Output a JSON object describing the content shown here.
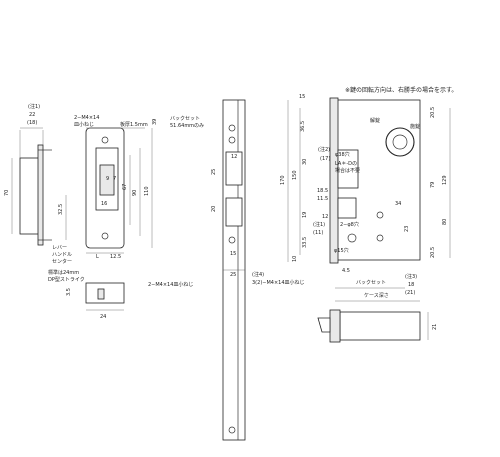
{
  "note": "※鍵の回転方向は、右勝手の場合を示す。",
  "strike": {
    "note1_label": "(注1)",
    "dim_22": "22",
    "dim_18": "(18)",
    "screw_label": "2−M4×14",
    "screw_label2": "皿小ねじ",
    "plate_thick": "板厚1.5mm",
    "dim_70": "70",
    "dim_32_5": "32.5",
    "dim_9": "9",
    "dim_7": "7",
    "dim_16": "16",
    "dim_67": "67",
    "dim_90": "90",
    "dim_110": "110",
    "dim_12_5": "12.5",
    "label_L": "L",
    "lever_center": "レバー\nハンドル\nセンター",
    "std_24": "標準は24mm",
    "dp_stroke": "DP型ストライク",
    "dim_3_5": "3.5",
    "dim_24": "24"
  },
  "front": {
    "backset_label": "バックセット",
    "backset_value": "51.64mmのみ",
    "dim_39": "39",
    "dim_12": "12",
    "dim_25": "25",
    "dim_20": "20",
    "dim_15": "15",
    "dim_25b": "25",
    "screw_bottom": "2−M4×14皿小ねじ",
    "note4": "(注4)",
    "screw_bottom2": "3(2)−M4×14皿小ねじ"
  },
  "body": {
    "dim_15": "15",
    "dim_36_5": "36.5",
    "dim_170": "170",
    "dim_150": "150",
    "dim_30": "30",
    "dim_19": "19",
    "dim_33_5": "33.5",
    "dim_10": "10",
    "dim_note2": "(注2)",
    "dim_17": "(17)",
    "dim_18_5": "18.5",
    "dim_11_5": "11.5",
    "dim_note1": "(注1)",
    "dim_11": "(11)",
    "dim_12": "12",
    "label_lock": "施錠",
    "label_unlock": "解錠",
    "hole_38": "φ38穴",
    "la_note": "LA＊-Dの",
    "la_note2": "場合は不要",
    "hole_8": "2−φ8穴",
    "hole_15": "φ15穴",
    "dim_34": "34",
    "dim_23": "23",
    "dim_20_5": "20.5",
    "dim_129": "129",
    "dim_79": "79",
    "dim_80": "80",
    "dim_20_5b": "20.5",
    "dim_4_5": "4.5",
    "backset": "バックセット",
    "case_depth": "ケース深さ",
    "note3": "(注3)",
    "dim_18": "18",
    "dim_21": "(21)",
    "dim_21b": "21"
  }
}
